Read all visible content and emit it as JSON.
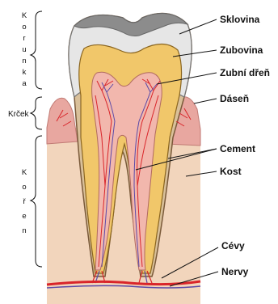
{
  "labels": {
    "sklovina": "Sklovina",
    "zubovina": "Zubovina",
    "dren": "Zubní dřeň",
    "dasen": "Dáseň",
    "cement": "Cement",
    "kost": "Kost",
    "cevy": "Cévy",
    "nervy": "Nervy"
  },
  "sections": {
    "korunka": [
      "K",
      "o",
      "r",
      "u",
      "n",
      "k",
      "a"
    ],
    "krcek": "Krček",
    "koren": [
      "K",
      "o",
      "ř",
      "e",
      "n"
    ]
  },
  "colors": {
    "enamel": "#e6e6e6",
    "enamel_top": "#8c8c8c",
    "dentin": "#f1c76a",
    "pulp": "#f2b7ad",
    "bone": "#f2d5bc",
    "gum": "#e8a7a0",
    "vessel_red": "#d9252a",
    "nerve_blue": "#5a4aa8"
  }
}
